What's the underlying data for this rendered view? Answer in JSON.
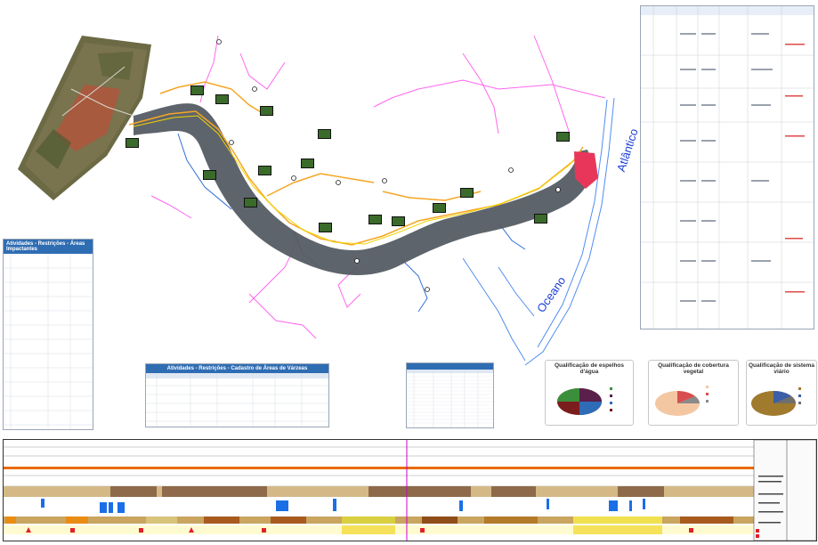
{
  "map": {
    "ocean_name": "Atlântico",
    "ocean_label": "Oceano",
    "colors": {
      "corridor": "#555c63",
      "road": "#f5a623",
      "centerline": "#f2d400",
      "rivers": "#2f6fd6",
      "streams": "#ff66ee",
      "coast": "#4f8ef0",
      "urban": "#e8365a"
    }
  },
  "icons": {
    "thumbnail": "photo-thumbnail-icon",
    "marker": "circle-marker-icon"
  },
  "table_left": {
    "title": "Atividades - Restrições - Áreas Impactantes"
  },
  "table_center": {
    "title": "Atividades - Restrições - Cadastro de Áreas de Várzeas"
  },
  "pie_charts": {
    "p1": {
      "title": "Qualificação de espelhos d'água"
    },
    "p2": {
      "title": "Qualificação de cobertura vegetal"
    },
    "p3": {
      "title": "Qualificação de sistema viário"
    }
  }
}
